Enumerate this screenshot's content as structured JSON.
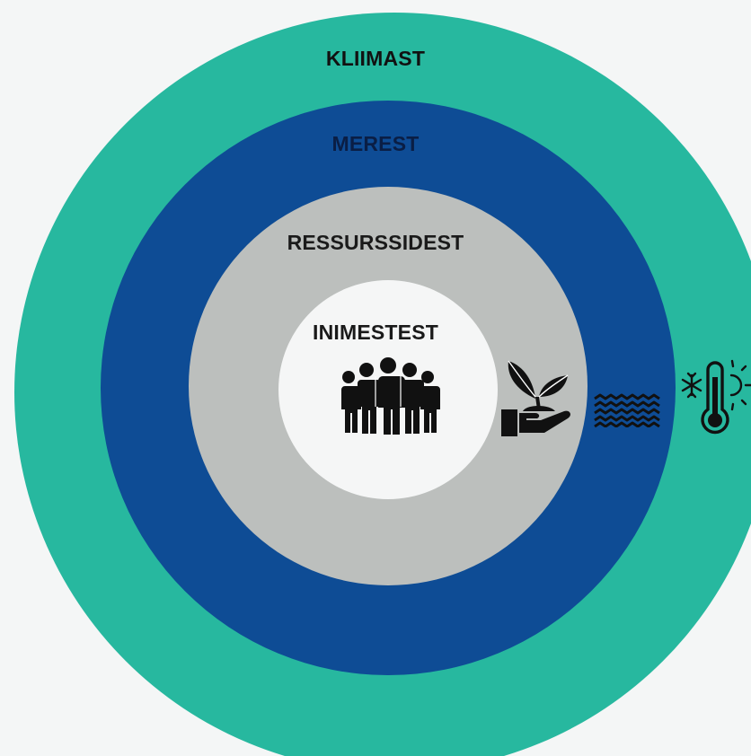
{
  "rings": [
    {
      "key": "climate",
      "label": "KLIIMAST",
      "fill": "#27b89f",
      "text_color": "#111111"
    },
    {
      "key": "sea",
      "label": "MEREST",
      "fill": "#0e4c95",
      "text_color": "#0a1e45"
    },
    {
      "key": "resources",
      "label": "RESSURSSIDEST",
      "fill": "#bcbfbd",
      "text_color": "#1a1a1a"
    },
    {
      "key": "people",
      "label": "INIMESTEST",
      "fill": "#f5f6f6",
      "text_color": "#1a1a1a"
    }
  ],
  "icons": {
    "people": "people-group-icon",
    "resources": "hand-holding-plant-icon",
    "sea": "water-waves-icon",
    "climate": "thermometer-weather-icon"
  },
  "colors": {
    "background": "#f4f6f6",
    "icon": "#111111"
  }
}
